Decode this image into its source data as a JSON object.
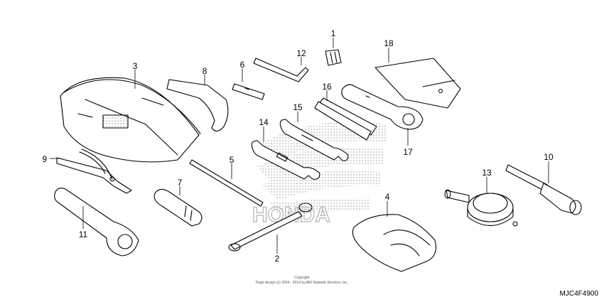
{
  "callouts": [
    {
      "id": "1",
      "label": "1"
    },
    {
      "id": "2",
      "label": "2"
    },
    {
      "id": "3",
      "label": "3"
    },
    {
      "id": "4",
      "label": "4"
    },
    {
      "id": "5",
      "label": "5"
    },
    {
      "id": "6",
      "label": "6"
    },
    {
      "id": "7",
      "label": "7"
    },
    {
      "id": "8",
      "label": "8"
    },
    {
      "id": "9",
      "label": "9"
    },
    {
      "id": "10",
      "label": "10"
    },
    {
      "id": "11",
      "label": "11"
    },
    {
      "id": "12",
      "label": "12"
    },
    {
      "id": "13",
      "label": "13"
    },
    {
      "id": "14",
      "label": "14"
    },
    {
      "id": "15",
      "label": "15"
    },
    {
      "id": "16",
      "label": "16"
    },
    {
      "id": "17",
      "label": "17"
    },
    {
      "id": "18",
      "label": "18"
    }
  ],
  "watermark": {
    "brand": "HONDA"
  },
  "copyright": {
    "line1": "Copyright",
    "line2": "Page design (c) 2004 - 2014 by ARI Network Services, Inc."
  },
  "diagram_code": "MJC4F4900",
  "colors": {
    "line": "#000000",
    "watermark": "#b3b3b3"
  }
}
